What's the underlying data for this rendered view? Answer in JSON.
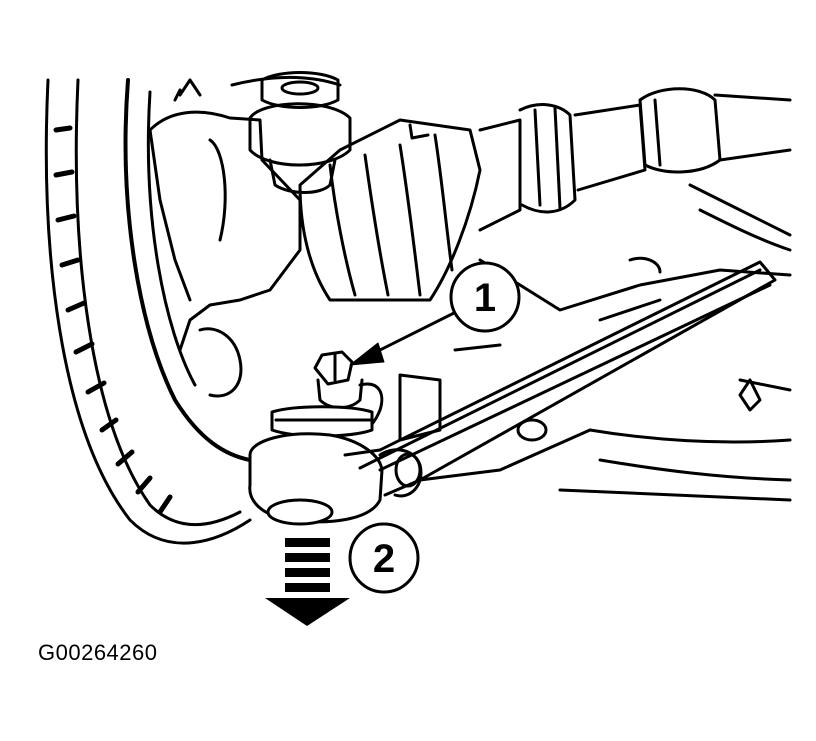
{
  "figure": {
    "code": "G00264260",
    "callouts": [
      {
        "number": "1"
      },
      {
        "number": "2"
      }
    ]
  },
  "colors": {
    "ink": "#000000",
    "paper": "#ffffff"
  }
}
